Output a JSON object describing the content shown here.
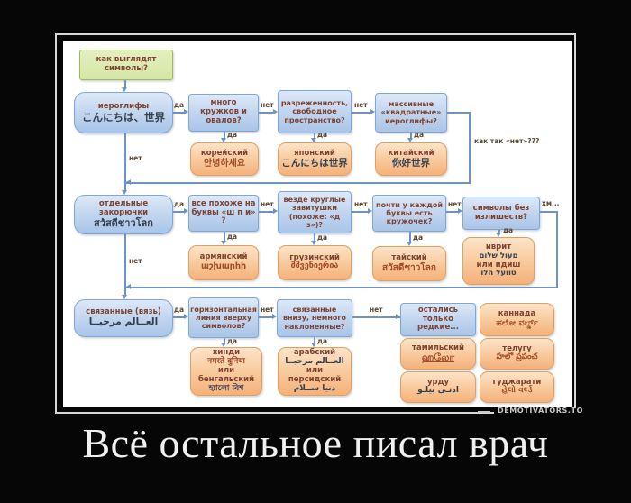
{
  "caption": "Всё остальное писал врач",
  "watermark": "DEMOTIVATORS.TO",
  "labels": {
    "yes": "да",
    "no": "нет",
    "how_no": "как так «нет»???",
    "hmm": "хм..."
  },
  "colors": {
    "blue_box": "#b9d1ee",
    "orange_box": "#f5b179",
    "green_box": "#d6e6a4",
    "line": "#6d93c2",
    "label_text": "#7d4230"
  },
  "nodes": {
    "start": {
      "text": "как выглядят символы?"
    },
    "hieroglyphs": {
      "label": "иероглифы",
      "sample": "こんにちは、世界"
    },
    "q_circles": {
      "text": "много кружков и овалов?"
    },
    "korean": {
      "label": "корейский",
      "sample": "안녕하세요"
    },
    "q_sparse": {
      "text": "разреженность, свободное пространство?"
    },
    "japanese": {
      "label": "японский",
      "sample": "こんにちは世界"
    },
    "q_square": {
      "text": "массивные «квадратные» иероглифы?"
    },
    "chinese": {
      "label": "китайский",
      "sample": "你好世界"
    },
    "squiggles": {
      "label": "отдельные закорючки",
      "sample": "สวัสดีชาวโลก"
    },
    "q_shpi": {
      "text": "все похоже на буквы «ш п и» ?"
    },
    "armenian": {
      "label": "армянский",
      "sample": "աշխարհի"
    },
    "q_curls": {
      "text": "везде круглые завитушки (похоже: «д з»)?"
    },
    "georgian": {
      "label": "грузинский",
      "sample": "მშვენიერია"
    },
    "q_ring": {
      "text": "почти у каждой буквы есть кружочек?"
    },
    "thai": {
      "label": "тайский",
      "sample": "สวัสดีชาวโลก"
    },
    "q_plain": {
      "text": "символы без излишеств?"
    },
    "hebrew": {
      "label": "иврит",
      "sample": "םעול שלום",
      "label2": "или идиш",
      "sample2": "טוועל הלו"
    },
    "ligature": {
      "label": "связанные (вязь)",
      "sample": "العــالم مرحبــا"
    },
    "q_topline": {
      "text": "горизонтальная линия вверху символов?"
    },
    "hindi": {
      "label": "хинди",
      "sample": "नमस्ते दुनिया",
      "label2": "или бенгальский",
      "sample2": "হ্যালো বিশ্ব"
    },
    "q_bottom": {
      "text": "связанные внизу, немного наклоненные?"
    },
    "arabic": {
      "label": "арабский",
      "sample": "العــالم مرحبــا",
      "label2": "или персидский",
      "sample2": "دنيا ســلام"
    },
    "rare": {
      "text": "остались только редкие..."
    },
    "kannada": {
      "label": "каннада",
      "sample": "ಹಲೋ ವರ್ಲ್ಡ್"
    },
    "tamil": {
      "label": "тамильский",
      "sample": "ஹலோ"
    },
    "telugu": {
      "label": "телугу",
      "sample": "హలో ప్రపంచ"
    },
    "urdu": {
      "label": "урду",
      "sample": "ادنـى بيلـو"
    },
    "gujarati": {
      "label": "гуджарати",
      "sample": "હેલો વર્લ્ડ"
    }
  }
}
